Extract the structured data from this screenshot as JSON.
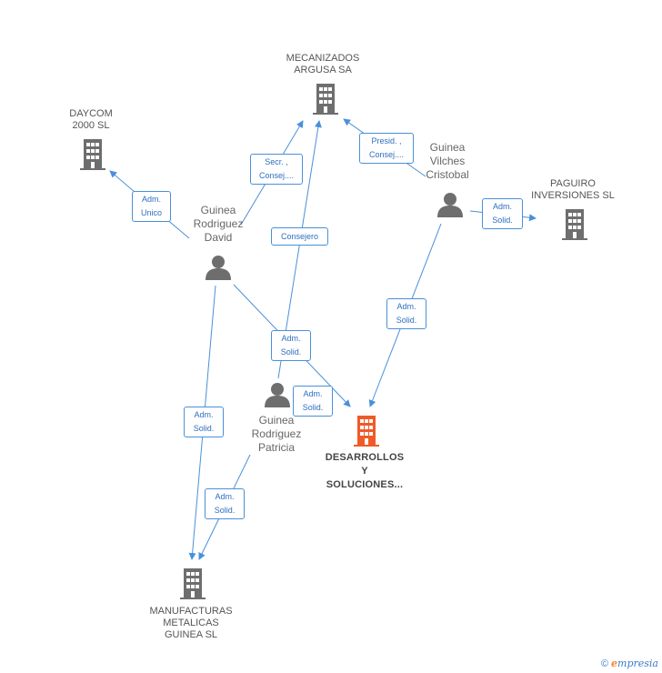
{
  "nodes": {
    "mecanizados": {
      "label": "MECANIZADOS\nARGUSA SA",
      "icon": "building-icon",
      "color": "#6e6e6e"
    },
    "daycom": {
      "label": "DAYCOM\n2000 SL",
      "icon": "building-icon",
      "color": "#6e6e6e"
    },
    "paguiro": {
      "label": "PAGUIRO\nINVERSIONES SL",
      "icon": "building-icon",
      "color": "#6e6e6e"
    },
    "desarrollos": {
      "label": "DESARROLLOS\nY\nSOLUCIONES...",
      "icon": "building-icon",
      "color": "#f05a28"
    },
    "manufacturas": {
      "label": "MANUFACTURAS\nMETALICAS\nGUINEA  SL",
      "icon": "building-icon",
      "color": "#6e6e6e"
    },
    "david": {
      "label": "Guinea\nRodriguez\nDavid",
      "icon": "person-icon",
      "color": "#6e6e6e"
    },
    "cristobal": {
      "label": "Guinea\nVilches\nCristobal",
      "icon": "person-icon",
      "color": "#6e6e6e"
    },
    "patricia": {
      "label": "Guinea\nRodriguez\nPatricia",
      "icon": "person-icon",
      "color": "#6e6e6e"
    }
  },
  "edges": {
    "david_daycom": "Adm.\nUnico",
    "david_mecanizados": "Secr. ,\nConsej....",
    "patricia_mecanizados": "Consejero",
    "cristobal_mecanizados": "Presid. ,\nConsej....",
    "cristobal_paguiro": "Adm.\nSolid.",
    "cristobal_desarrollos": "Adm.\nSolid.",
    "david_desarrollos": "Adm.\nSolid.",
    "patricia_desarrollos": "Adm.\nSolid.",
    "david_manufacturas": "Adm.\nSolid.",
    "patricia_manufacturas": "Adm.\nSolid."
  },
  "colors": {
    "edge": "#4a90d9",
    "edge_label_text": "#2d6fbf",
    "company": "#6e6e6e",
    "focus": "#f05a28"
  },
  "footer": {
    "copyright": "©",
    "brand_first": "e",
    "brand_rest": "mpresia"
  }
}
